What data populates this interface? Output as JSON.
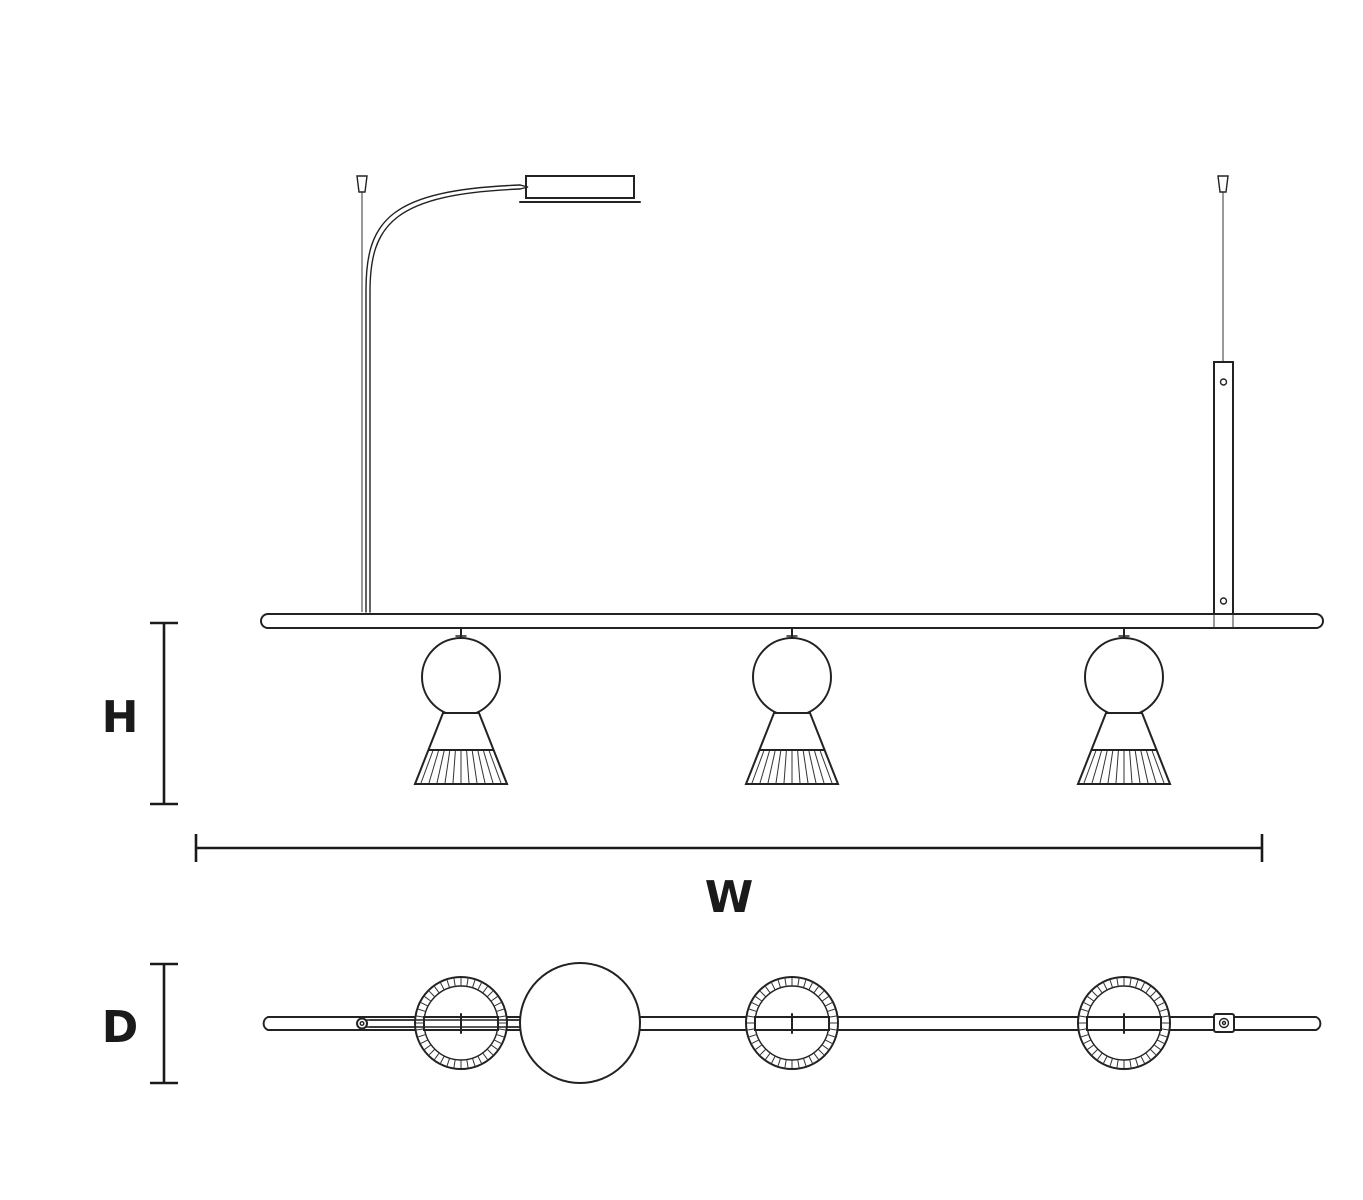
{
  "dimensions": {
    "height_label": "H",
    "width_label": "W",
    "depth_label": "D"
  },
  "fixture": {
    "lamp_count": 3,
    "icons": [
      "canopy-icon",
      "suspension-cable-icon",
      "driver-box-icon",
      "lamp-globe-icon",
      "lamp-shade-icon",
      "rail-bar-icon"
    ]
  },
  "colors": {
    "line": "#222222",
    "background": "#ffffff"
  }
}
